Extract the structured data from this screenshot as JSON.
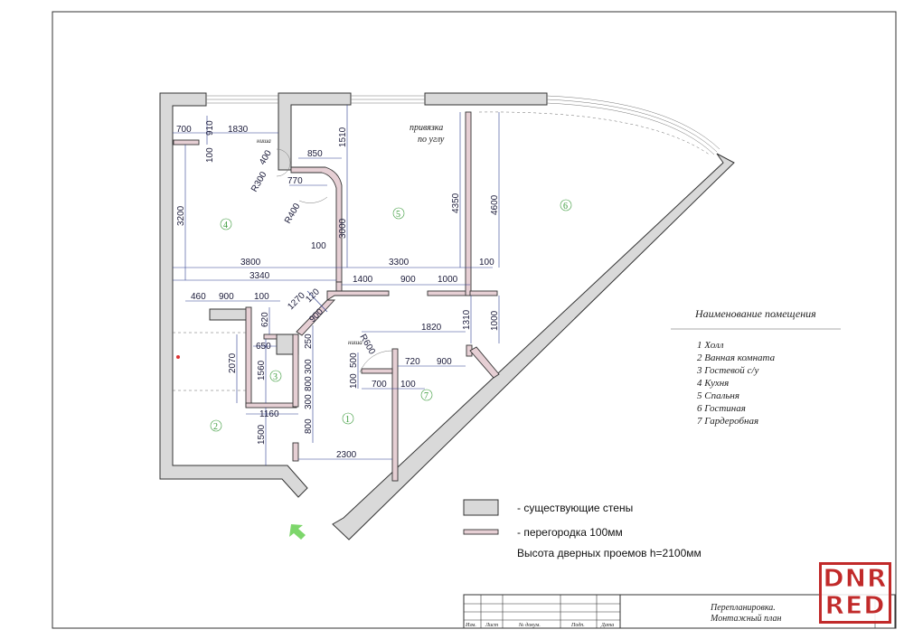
{
  "dimensions": {
    "d700a": "700",
    "d910": "910",
    "d1830": "1830",
    "d100a": "100",
    "d3200": "3200",
    "r300": "R300",
    "d400": "400",
    "d850": "850",
    "d770": "770",
    "r400": "R400",
    "d1510": "1510",
    "d3000": "3000",
    "d100b": "100",
    "d4350": "4350",
    "d4600": "4600",
    "d3800": "3800",
    "d3300": "3300",
    "d100c": "100",
    "d3340": "3340",
    "d1400": "1400",
    "d900a": "900",
    "d1000a": "1000",
    "d460": "460",
    "d900b": "900",
    "d100d": "100",
    "d1270": "1270",
    "d120": "120",
    "d900c": "900",
    "d620": "620",
    "d650": "650",
    "d250": "250",
    "d2070": "2070",
    "d1560": "1560",
    "d300a": "300",
    "d800a": "800",
    "d1160": "1160",
    "d300b": "300",
    "d800b": "800",
    "d1500": "1500",
    "d2300": "2300",
    "r600": "R600",
    "d1820": "1820",
    "d1310": "1310",
    "d1000b": "1000",
    "d500": "500",
    "d720": "720",
    "d900d": "900",
    "d100e": "100",
    "d700b": "700",
    "d100f": "100"
  },
  "notes": {
    "nisha1": "ниша",
    "nisha2": "ниша",
    "privyazka1": "привязка",
    "privyazka2": "по углу"
  },
  "room_numbers": {
    "r1": "1",
    "r2": "2",
    "r3": "3",
    "r4": "4",
    "r5": "5",
    "r6": "6",
    "r7": "7"
  },
  "rooms_title": "Наименование помещения",
  "rooms": [
    "1 Холл",
    "2 Ванная комната",
    "3 Гостевой с/у",
    "4 Кухня",
    "5 Спальня",
    "6 Гостиная",
    "7 Гардеробная"
  ],
  "legend": {
    "existing": "-  существующие стены",
    "partition": "-  перегородка 100мм",
    "door_height": "Высота дверных проемов h=2100мм"
  },
  "title_block": {
    "col1": "Изм.",
    "col2": "Лист",
    "col3": "№ докум.",
    "col4": "Подп.",
    "col5": "Дата",
    "title1": "Перепланировка.",
    "title2": "Монтажный план"
  },
  "watermark": {
    "line1": "DNR",
    "line2": "RED"
  },
  "colors": {
    "existing_wall": "#d9d9d9",
    "partition": "#e6cfd4",
    "dimension": "#2f3f8f",
    "room_number": "#3a9a3a",
    "arrow": "#7dd66b"
  }
}
